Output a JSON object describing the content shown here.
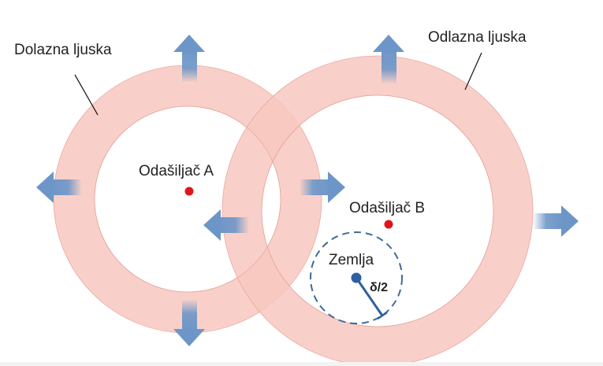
{
  "labels": {
    "incoming_shell": "Dolazna ljuska",
    "outgoing_shell": "Odlazna ljuska",
    "transmitter_a": "Odašiljač A",
    "transmitter_b": "Odašiljač B",
    "earth": "Zemlja",
    "radius": "δ/2"
  },
  "colors": {
    "shell_fill": "#f8c8c0",
    "arrow": "#6d96c8",
    "transmitter_dot": "#e0151b",
    "earth_dot": "#2e5fa0",
    "earth_circle": "#3f6a99"
  },
  "icons": [
    "arrow-up-icon",
    "arrow-left-icon",
    "arrow-right-icon",
    "arrow-down-icon"
  ]
}
